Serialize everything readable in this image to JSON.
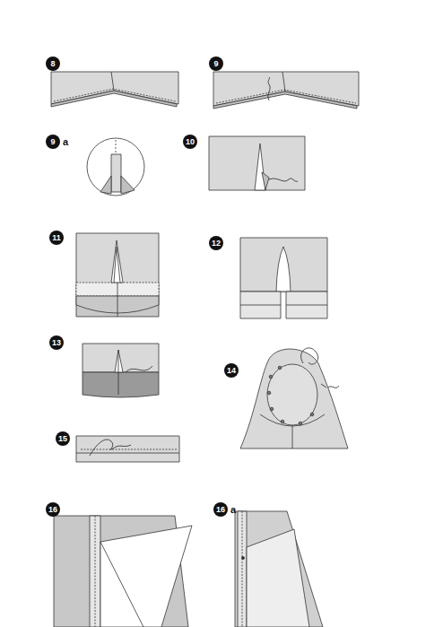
{
  "diagram": {
    "labels": [
      "8",
      "9",
      "9",
      "a",
      "10",
      "11",
      "12",
      "13",
      "14",
      "15",
      "16",
      "16",
      "a"
    ]
  }
}
